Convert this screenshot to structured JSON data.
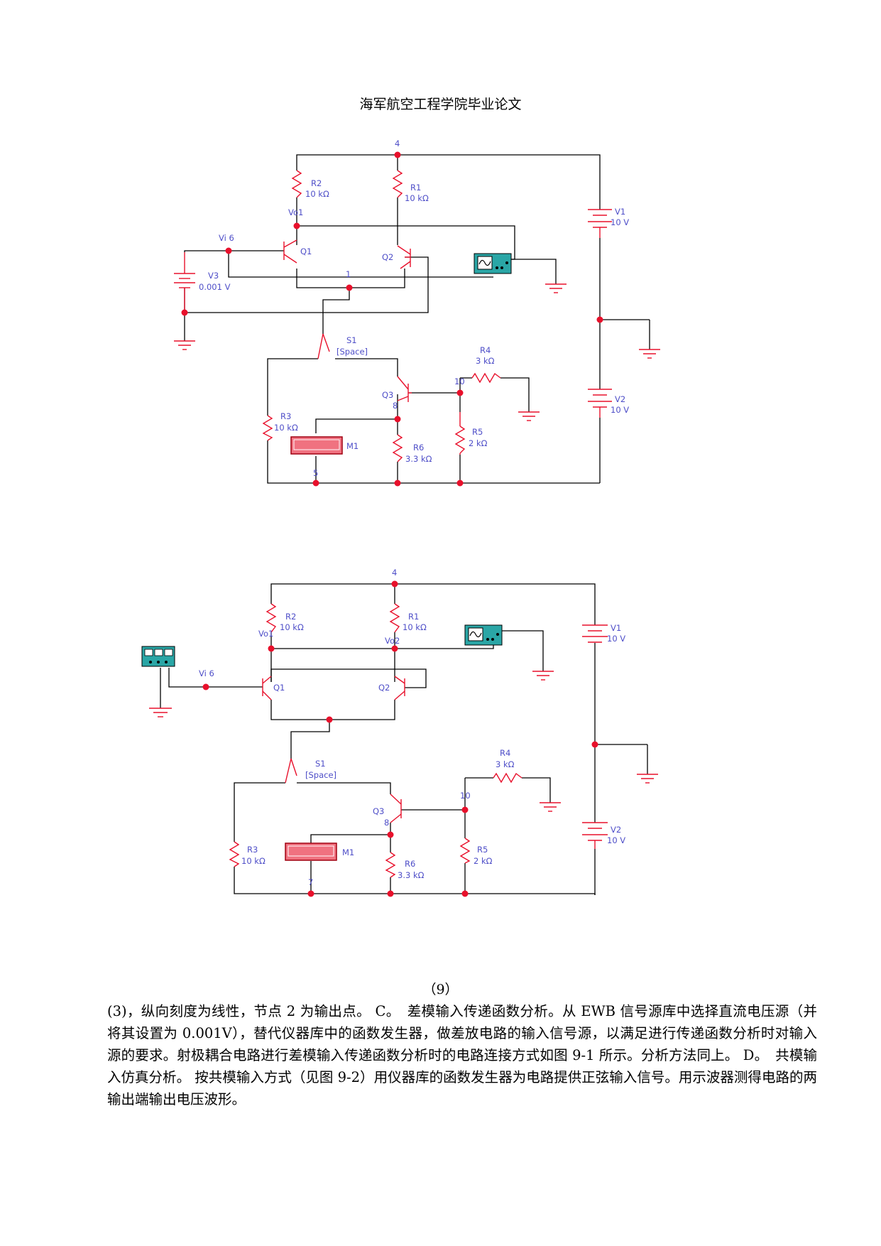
{
  "header": {
    "title": "海军航空工程学院毕业论文"
  },
  "circuit1": {
    "labels": {
      "node4": "4",
      "r2_name": "R2",
      "r2_val": "10 kΩ",
      "r1_name": "R1",
      "r1_val": "10 kΩ",
      "vo1": "Vo1",
      "vi6": "Vi 6",
      "q1": "Q1",
      "q2": "Q2",
      "v3_name": "V3",
      "v3_val": "0.001 V",
      "node1": "1",
      "v1_name": "V1",
      "v1_val": "10 V",
      "s1_name": "S1",
      "s1_key": "[Space]",
      "r4_name": "R4",
      "r4_val": "3 kΩ",
      "node10": "10",
      "q3": "Q3",
      "node8": "8",
      "r3_name": "R3",
      "r3_val": "10 kΩ",
      "m1": "M1",
      "r6_name": "R6",
      "r6_val": "3.3 kΩ",
      "r5_name": "R5",
      "r5_val": "2 kΩ",
      "v2_name": "V2",
      "v2_val": "10 V",
      "node5": "5"
    }
  },
  "circuit2": {
    "labels": {
      "node4": "4",
      "r2_name": "R2",
      "r2_val": "10 kΩ",
      "r1_name": "R1",
      "r1_val": "10 kΩ",
      "vo1": "Vo1",
      "vo2": "Vo2",
      "vi6": "Vi 6",
      "q1": "Q1",
      "q2": "Q2",
      "v1_name": "V1",
      "v1_val": "10 V",
      "s1_name": "S1",
      "s1_key": "[Space]",
      "r4_name": "R4",
      "r4_val": "3 kΩ",
      "node10": "10",
      "q3": "Q3",
      "node8": "8",
      "r3_name": "R3",
      "r3_val": "10 kΩ",
      "m1": "M1",
      "r6_name": "R6",
      "r6_val": "3.3 kΩ",
      "r5_name": "R5",
      "r5_val": "2 kΩ",
      "v2_name": "V2",
      "v2_val": "10 V",
      "node7": "7"
    }
  },
  "caption": "（9）",
  "body": {
    "paragraph": "(3)，纵向刻度为线性，节点 2 为输出点。 C。　差模输入传递函数分析。从 EWB 信号源库中选择直流电压源（并将其设置为 0.001V），替代仪器库中的函数发生器，做差放电路的输入信号源，以满足进行传递函数分析时对输入源的要求。射极耦合电路进行差模输入传递函数分析时的电路连接方式如图 9-1 所示。分析方法同上。 D。　共模输入仿真分析。 按共模输入方式（见图 9-2）用仪器库的函数发生器为电路提供正弦输入信号。用示波器测得电路的两输出端输出电压波形。"
  },
  "colors": {
    "wire": "#000000",
    "component": "#e8102b",
    "label": "#4e4ec8",
    "instrument": "#2aa6a6"
  }
}
